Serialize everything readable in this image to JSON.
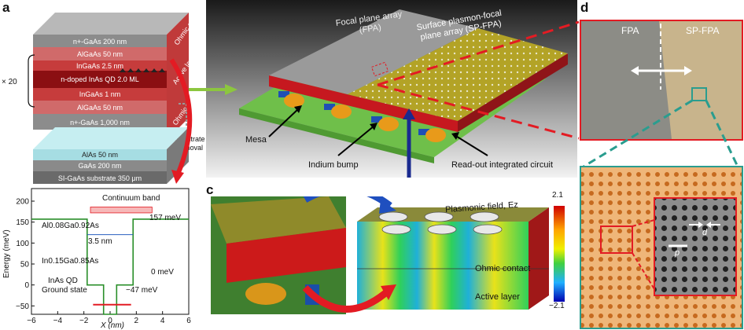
{
  "panels": {
    "a": "a",
    "b": "b",
    "c": "c",
    "d": "d"
  },
  "panel_a": {
    "layers_top": [
      "n+-GaAs 200 nm",
      "AlGaAs 50 nm",
      "InGaAs 2.5 nm",
      "n-doped InAs QD 2.0 ML",
      "InGaAs 1 nm",
      "AlGaAs 50 nm",
      "n+-GaAs 1,000 nm"
    ],
    "side_labels": {
      "ohmic_top": "Ohmic contact",
      "active": "Active layer",
      "ohmic_bottom": "Ohmic contact"
    },
    "repeat": "× 20",
    "substrate_removal": "Substrate removal",
    "layers_bottom": [
      "AlAs 50 nm",
      "GaAs 200 nm",
      "SI-GaAs substrate 350 μm"
    ]
  },
  "band_diagram": {
    "ylabel": "Energy (meV)",
    "xlabel": "X (nm)",
    "yticks": [
      "200",
      "150",
      "100",
      "50",
      "0",
      "−50"
    ],
    "xticks": [
      "−6",
      "−4",
      "−2",
      "0",
      "2",
      "4",
      "6"
    ],
    "continuum": "Continuum band",
    "barrier": "Al0.08Ga0.92As",
    "barrier_energy": "157 meV",
    "width": "3.5 nm",
    "well": "In0.15Ga0.85As",
    "well_energy": "0 meV",
    "qd": "InAs QD",
    "ground": "Ground state",
    "ground_energy": "−47 meV"
  },
  "chart_data": {
    "type": "line",
    "title": "",
    "xlabel": "X (nm)",
    "ylabel": "Energy (meV)",
    "xlim": [
      -6,
      6
    ],
    "ylim": [
      -70,
      230
    ],
    "series": [
      {
        "x": [
          -6,
          -1.75,
          -1.75,
          -0.5,
          -0.5,
          0.5,
          0.5,
          1.75,
          1.75,
          6
        ],
        "values": [
          157,
          157,
          0,
          0,
          -70,
          -70,
          0,
          0,
          157,
          157
        ]
      }
    ],
    "annotations": [
      {
        "text": "157 meV",
        "y": 157
      },
      {
        "text": "0 meV",
        "y": 0
      },
      {
        "text": "−47 meV",
        "y": -47
      },
      {
        "text": "Continuum band",
        "y": 190
      }
    ]
  },
  "panel_b": {
    "fpa": "Focal plane array (FPA)",
    "spfpa": "Surface plasmon-focal plane array (SP-FPA)",
    "mesa": "Mesa",
    "indium": "Indium bump",
    "roic": "Read-out integrated circuit"
  },
  "panel_c": {
    "field": "Plasmonic field, Ez",
    "ohmic": "Ohmic contact",
    "active": "Active layer",
    "scale_max": "2.1",
    "scale_min": "−2.1"
  },
  "panel_d": {
    "fpa": "FPA",
    "spfpa": "SP-FPA",
    "d": "d",
    "p": "p"
  },
  "colors": {
    "red": "#e31b23",
    "teal": "#2a9d8f",
    "gold": "#c9a227",
    "green": "#7cbf4f"
  }
}
